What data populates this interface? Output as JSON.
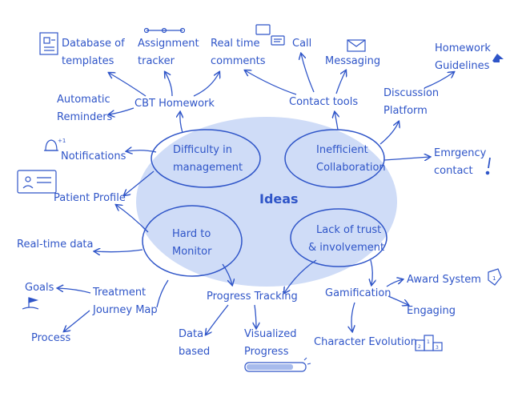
{
  "center": "Ideas",
  "problems": {
    "difficulty": [
      "Difficulty in",
      "management"
    ],
    "collaboration": [
      "Inefficient",
      "Collaboration"
    ],
    "monitor": [
      "Hard to",
      "Monitor"
    ],
    "trust": [
      "Lack of trust",
      "& involvement"
    ]
  },
  "nodes": {
    "database_templates": [
      "Database of",
      "templates"
    ],
    "assignment_tracker": [
      "Assignment",
      "tracker"
    ],
    "realtime_comments": [
      "Real time",
      "comments"
    ],
    "call": "Call",
    "messaging": "Messaging",
    "homework_guidelines": [
      "Homework",
      "Guidelines"
    ],
    "automatic_reminders": [
      "Automatic",
      "Reminders"
    ],
    "cbt_homework": "CBT Homework",
    "contact_tools": "Contact tools",
    "discussion_platform": [
      "Discussion",
      "Platform"
    ],
    "notifications": "Notifications",
    "emergency_contact": [
      "Emrgency",
      "contact"
    ],
    "patient_profile": "Patient Profile",
    "realtime_data": "Real-time data",
    "goals": "Goals",
    "treatment_journey": [
      "Treatment",
      "Journey Map"
    ],
    "process": "Process",
    "progress_tracking": "Progress Tracking",
    "data_based": [
      "Data",
      "based"
    ],
    "visualized_progress": [
      "Visualized",
      "Progress"
    ],
    "gamification": "Gamification",
    "award_system": "Award System",
    "engaging": "Engaging",
    "character_evolution": "Character Evolution"
  },
  "icons": [
    "document-icon",
    "tracker-line-icon",
    "comment-icon",
    "message-icon",
    "envelope-icon",
    "arrow-up-icon",
    "bell-icon",
    "id-card-icon",
    "flag-icon",
    "progress-bar-icon",
    "podium-icon",
    "badge-icon",
    "exclamation-icon"
  ],
  "colors": {
    "ink": "#2f55c8",
    "blob": "#cfdcf7"
  }
}
